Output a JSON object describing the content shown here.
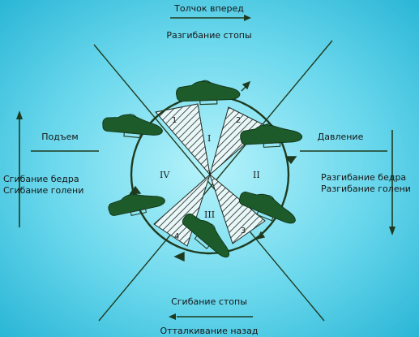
{
  "labels": {
    "top_1": "Толчок вперед",
    "top_2": "Разгибание стопы",
    "left_1": "Подъем",
    "left_2": "Сгибание бедра",
    "left_3": "Сгибание голени",
    "right_1": "Давление",
    "right_2": "Разгибание бедра",
    "right_3": "Разгибание голени",
    "bottom_1": "Сгибание стопы",
    "bottom_2": "Отталкивание назад"
  },
  "quadrants": [
    "I",
    "II",
    "III",
    "IV"
  ],
  "sectors": [
    "1",
    "2",
    "3",
    "4"
  ],
  "colors": {
    "line": "#1f3b1f",
    "shoe": "#1e5b2b",
    "shoe_dark": "#0f3417",
    "background": "#5ed2ea"
  },
  "icons": [
    "shoe-icon",
    "arrow-right-icon",
    "arrow-up-icon",
    "arrow-down-icon",
    "arrow-left-icon"
  ]
}
